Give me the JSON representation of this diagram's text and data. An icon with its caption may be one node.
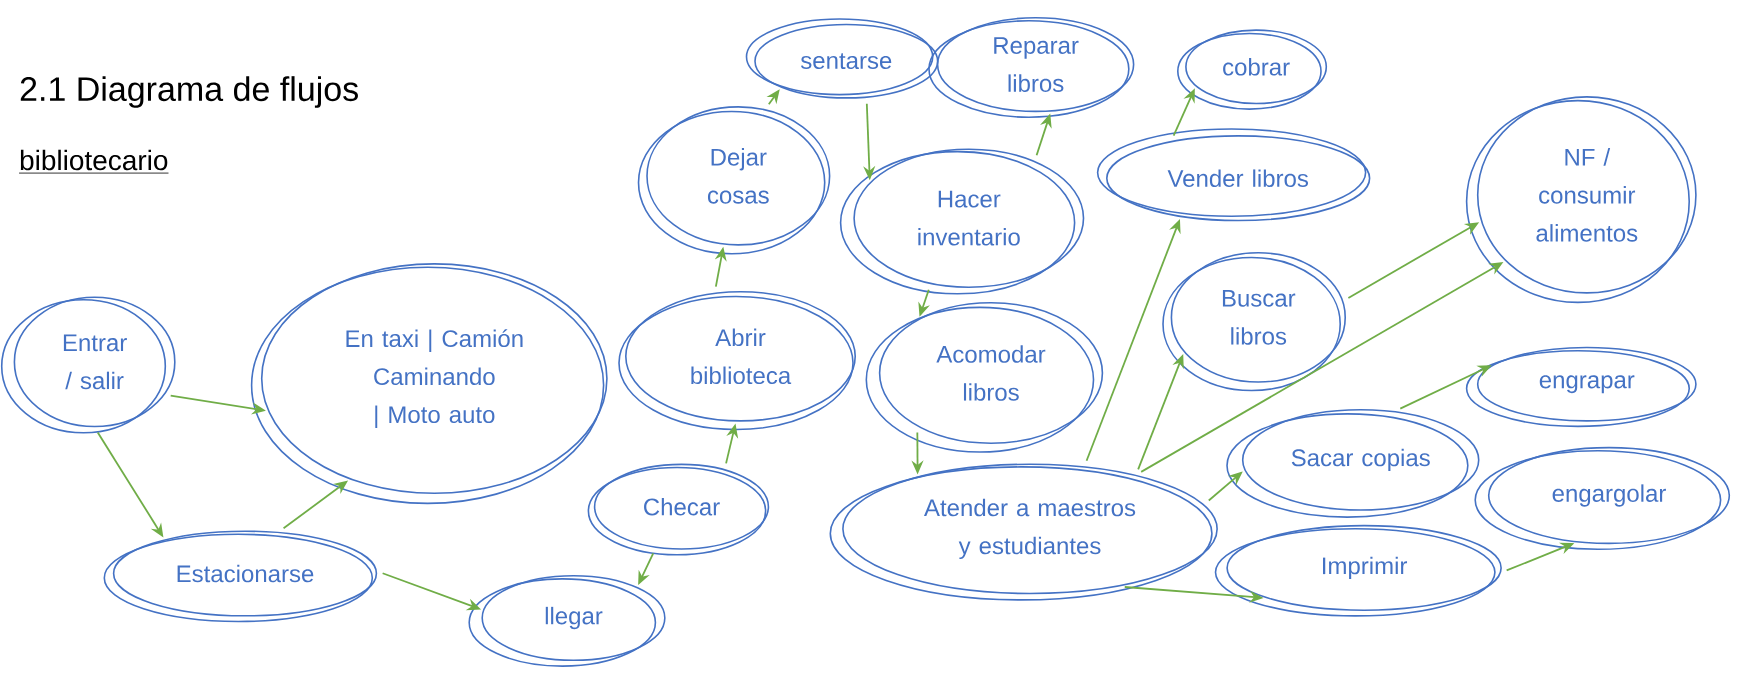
{
  "diagram": {
    "title": "2.1 Diagrama de flujos",
    "nodes": [
      {
        "text": [
          "Entrar / salir"
        ]
      },
      {
        "text": [
          "En taxi | Camión Caminando | Moto auto"
        ]
      },
      {
        "text": [
          "Estacionarse"
        ]
      },
      {
        "text": [
          "llegar"
        ]
      },
      {
        "text": [
          "Checar"
        ]
      },
      {
        "text": [
          "Abrir biblioteca"
        ]
      },
      {
        "text": [
          "Dejar cosas"
        ]
      },
      {
        "text": [
          "sentarse"
        ]
      },
      {
        "text": [
          "Reparar libros"
        ]
      },
      {
        "text": [
          "Hacer inventario"
        ]
      },
      {
        "text": [
          "Acomodar libros"
        ]
      },
      {
        "text": [
          "Atender a maestros y estudiantes"
        ]
      },
      {
        "text": [
          "cobrar"
        ]
      },
      {
        "text": [
          "Vender libros"
        ]
      },
      {
        "text": [
          "Buscar libros"
        ]
      },
      {
        "text": [
          "NF / consumir alimentos"
        ]
      },
      {
        "text": [
          "Sacar copias"
        ]
      },
      {
        "text": [
          "engrapar"
        ]
      },
      {
        "text": [
          "Imprimir"
        ]
      },
      {
        "text": [
          "engargolar"
        ]
      }
    ],
    "edges": [
      {
        "from": 0,
        "to": 1,
        "arrow": "to"
      },
      {
        "from": 0,
        "to": 2,
        "arrow": "to"
      },
      {
        "from": 2,
        "to": 1,
        "arrow": "to"
      },
      {
        "from": 2,
        "to": 3,
        "arrow": "to"
      },
      {
        "from": 4,
        "to": 3,
        "arrow": "to"
      },
      {
        "from": 4,
        "to": 5,
        "arrow": "to"
      },
      {
        "from": 5,
        "to": 6,
        "arrow": "to"
      },
      {
        "from": 6,
        "to": 7,
        "arrow": "to"
      },
      {
        "from": 7,
        "to": 9,
        "arrow": "to"
      },
      {
        "from": 9,
        "to": 8,
        "arrow": "to"
      },
      {
        "from": 9,
        "to": 10,
        "arrow": "to"
      },
      {
        "from": 10,
        "to": 11,
        "arrow": "to"
      },
      {
        "from": 11,
        "to": 13,
        "arrow": "to"
      },
      {
        "from": 11,
        "to": 14,
        "arrow": "to"
      },
      {
        "from": 11,
        "to": 15,
        "arrow": "to"
      },
      {
        "from": 11,
        "to": 16,
        "arrow": "to"
      },
      {
        "from": 11,
        "to": 18,
        "arrow": "to"
      },
      {
        "from": 13,
        "to": 12,
        "arrow": "to"
      },
      {
        "from": 14,
        "to": 15,
        "arrow": "to"
      },
      {
        "from": 16,
        "to": 17,
        "arrow": "to"
      },
      {
        "from": 18,
        "to": 19,
        "arrow": "to"
      }
    ],
    "labels": [
      "bibliotecario"
    ]
  }
}
